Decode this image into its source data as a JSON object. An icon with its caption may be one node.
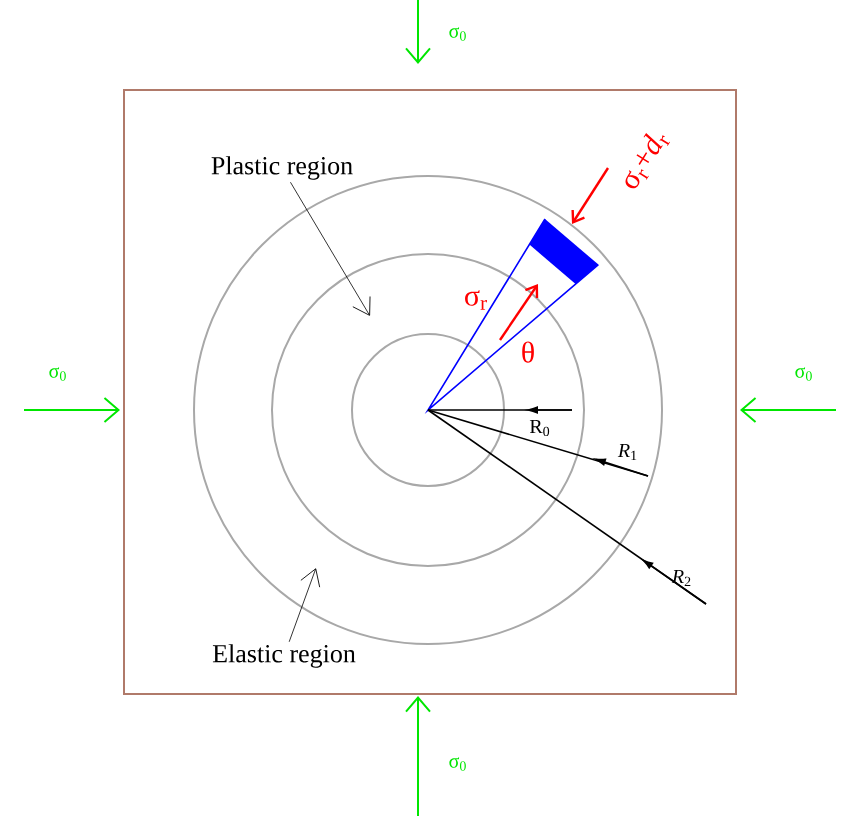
{
  "diagram": {
    "nodes": [
      {
        "text": [
          "Plastic region"
        ]
      },
      {
        "text": [
          "Elastic region"
        ]
      },
      {
        "text": [],
        "shape": "circle",
        "in": 3
      },
      {
        "text": [],
        "shape": "circle",
        "in": 4
      },
      {
        "text": [],
        "shape": "circle"
      }
    ],
    "edges": [
      {
        "from": 0,
        "to": 3,
        "arrow": "to"
      },
      {
        "from": 1,
        "to": 4,
        "arrow": "to"
      }
    ],
    "labels": [
      "σ$_{0}$",
      "σ$_{r}$+*d*$_{r}$",
      "σ$_{r}$",
      "θ",
      "σ$_{0}$",
      "σ$_{0}$",
      "R$_{0}$",
      "*R*$_{1}$",
      "*R*$_{2}$",
      "σ$_{0}$"
    ]
  }
}
